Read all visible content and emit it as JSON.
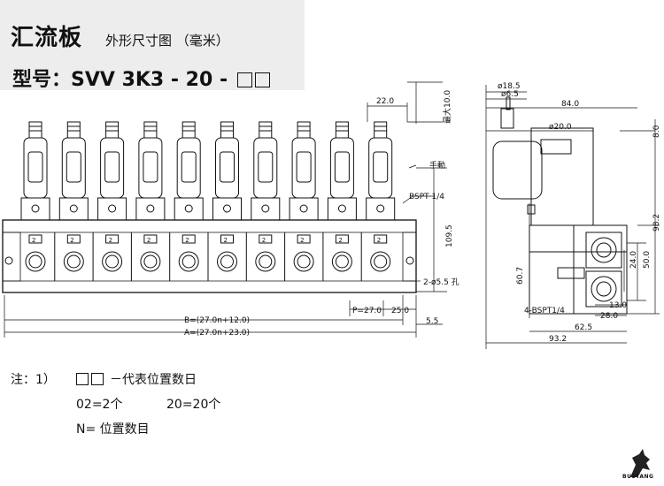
{
  "header": {
    "title": "汇流板",
    "subtitle": "外形尺寸图 （毫米）",
    "model_prefix": "型号：",
    "model_code": "SVV 3K3 - 20 - "
  },
  "front_view": {
    "valve_count": 10,
    "port_label": "2",
    "dim_top_width": "22.0",
    "dim_top_height": "最大10.0",
    "manual_label": "手動",
    "bspt_label": "BSPT 1/4",
    "dim_109": "109.5",
    "hole_label": "2-ø5.5 孔",
    "dim_pitch": "P=27.0",
    "dim_25": "25.0",
    "dim_B": "B=(27.0n+12.0)",
    "dim_A": "A=(27.0n+23.0)",
    "dim_5_5": "5.5"
  },
  "side_view": {
    "dim_18_5": "ø18.5",
    "dim_6_5": "ø6.5",
    "dim_84": "84.0",
    "dim_20": "ø20.0",
    "dim_8": "8.0",
    "dim_98": "98.2",
    "dim_60": "60.7",
    "dim_24": "24.0",
    "dim_50": "50.0",
    "bspt_label": "4-BSPT1/4",
    "dim_13": "13.0",
    "dim_28": "28.0",
    "dim_62": "62.5",
    "dim_93": "93.2"
  },
  "notes": {
    "prefix": "注：1）",
    "line1_text": "－代表位置数日",
    "ex1": "02=2个",
    "ex2": "20=20个",
    "line3": "N= 位置数目"
  },
  "logo": {
    "text": "BUSTANG",
    "icon": "horse-icon"
  }
}
